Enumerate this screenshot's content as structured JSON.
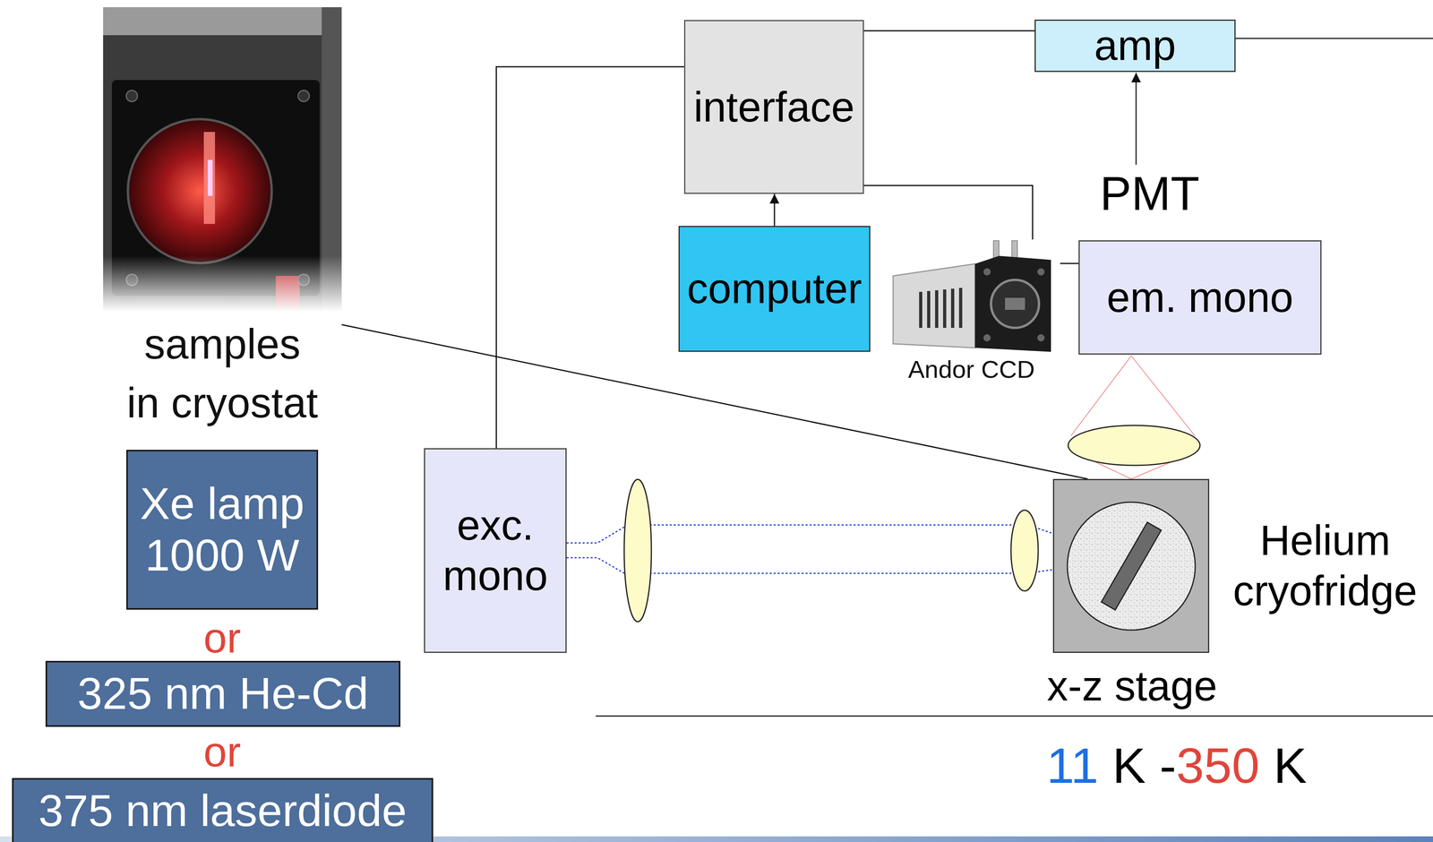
{
  "diagram": {
    "nodes": [
      {
        "text": [
          "samples in cryostat"
        ]
      },
      {
        "text": [
          "Xe lamp 1000 W"
        ]
      },
      {
        "text": [
          "325 nm He-Cd"
        ]
      },
      {
        "text": [
          "375 nm laserdiode"
        ]
      },
      {
        "text": [
          "interface"
        ]
      },
      {
        "text": [
          "amp"
        ]
      },
      {
        "text": [
          "computer"
        ]
      },
      {
        "text": [
          "Andor CCD"
        ]
      },
      {
        "text": [
          "em. mono"
        ]
      },
      {
        "text": [
          "exc. mono"
        ]
      },
      {
        "text": [
          "Helium cryofridge",
          "x-z stage"
        ]
      }
    ],
    "edges": [
      {
        "from": 6,
        "to": 4,
        "arrow": "to"
      },
      {
        "from": 4,
        "to": 5,
        "arrow": "none"
      },
      {
        "from": 4,
        "to": 9,
        "arrow": "none"
      },
      {
        "from": 4,
        "to": 7,
        "arrow": "none"
      },
      {
        "from": 7,
        "to": 8,
        "arrow": "none"
      },
      {
        "from": 0,
        "to": 10,
        "arrow": "none"
      }
    ],
    "labels": [
      "PMT",
      "or",
      "or",
      "11",
      "K -",
      "350",
      "K"
    ]
  }
}
